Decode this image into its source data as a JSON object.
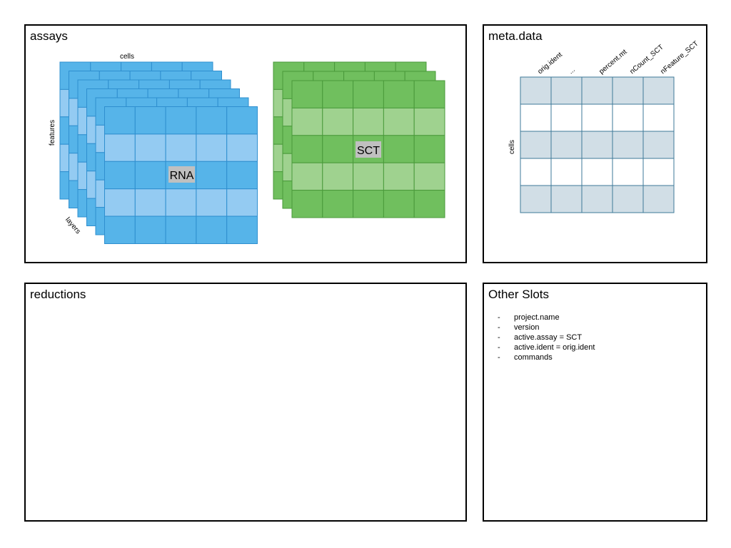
{
  "panels": {
    "assays": {
      "title": "assays",
      "axis_cells": "cells",
      "axis_features": "features",
      "axis_layers": "layers",
      "rna_label": "RNA",
      "sct_label": "SCT"
    },
    "meta": {
      "title": "meta.data",
      "columns": [
        "orig.ident",
        "...",
        "percent.mt",
        "nCount_SCT",
        "nFeature_SCT"
      ],
      "row_axis": "cells"
    },
    "reductions": {
      "title": "reductions"
    },
    "other": {
      "title": "Other Slots",
      "items": [
        "project.name",
        "version",
        "active.assay = SCT",
        "active.ident = orig.ident",
        "commands"
      ]
    }
  },
  "colors": {
    "rna_fill": "#56b4e9",
    "rna_light": "#94cbf2",
    "rna_stroke": "#2f8fcf",
    "sct_fill": "#70bf5e",
    "sct_light": "#9fd28f",
    "sct_stroke": "#4a9a3b",
    "meta_fill": "#d1dee6",
    "meta_stroke": "#3e7a98",
    "label_bg": "#c0c0c0"
  }
}
